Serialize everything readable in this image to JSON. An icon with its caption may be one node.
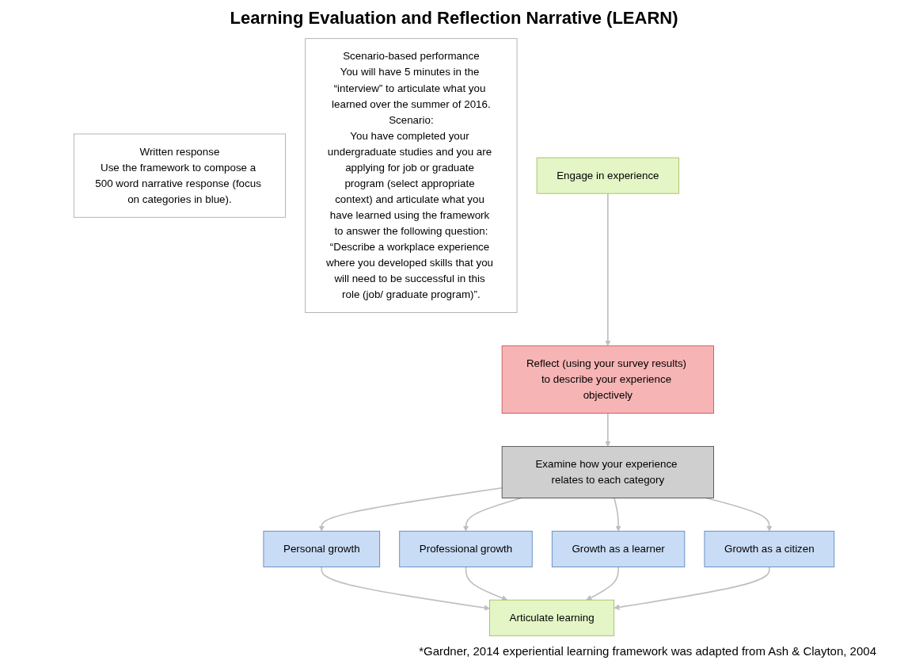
{
  "diagram": {
    "title": "Learning Evaluation and Reflection Narrative (LEARN)",
    "caption": "*Gardner, 2014 experiential learning framework was adapted from Ash & Clayton, 2004",
    "nodes": [
      {
        "text": [
          "Written response",
          "Use the framework to compose a 500 word narrative response (focus on categories in blue)."
        ]
      },
      {
        "text": [
          "Scenario-based performance",
          "You will have 5 minutes in the “interview” to articulate what you learned over the summer of 2016.",
          "Scenario:",
          "You have completed your undergraduate studies and you are applying for job or graduate program (select appropriate context) and articulate what you have learned using the framework to answer the following question:",
          "“Describe a workplace experience where you developed skills that you will need to be successful in this role (job/ graduate program)”."
        ]
      },
      {
        "text": [
          "Engage in experience"
        ]
      },
      {
        "text": [
          "Reflect (using your survey results) to describe your experience objectively"
        ]
      },
      {
        "text": [
          "Examine how your experience relates to each category"
        ]
      },
      {
        "text": [
          "Personal growth"
        ]
      },
      {
        "text": [
          "Professional growth"
        ]
      },
      {
        "text": [
          "Growth as a learner"
        ]
      },
      {
        "text": [
          "Growth as a citizen"
        ]
      },
      {
        "text": [
          "Articulate learning"
        ]
      }
    ],
    "edges": [
      {
        "from": 2,
        "to": 3,
        "arrow": "to"
      },
      {
        "from": 3,
        "to": 4,
        "arrow": "to"
      },
      {
        "from": 4,
        "to": 5,
        "arrow": "to"
      },
      {
        "from": 4,
        "to": 6,
        "arrow": "to"
      },
      {
        "from": 4,
        "to": 7,
        "arrow": "to"
      },
      {
        "from": 4,
        "to": 8,
        "arrow": "to"
      },
      {
        "from": 5,
        "to": 9,
        "arrow": "to"
      },
      {
        "from": 6,
        "to": 9,
        "arrow": "to"
      },
      {
        "from": 7,
        "to": 9,
        "arrow": "to"
      },
      {
        "from": 8,
        "to": 9,
        "arrow": "to"
      }
    ]
  }
}
